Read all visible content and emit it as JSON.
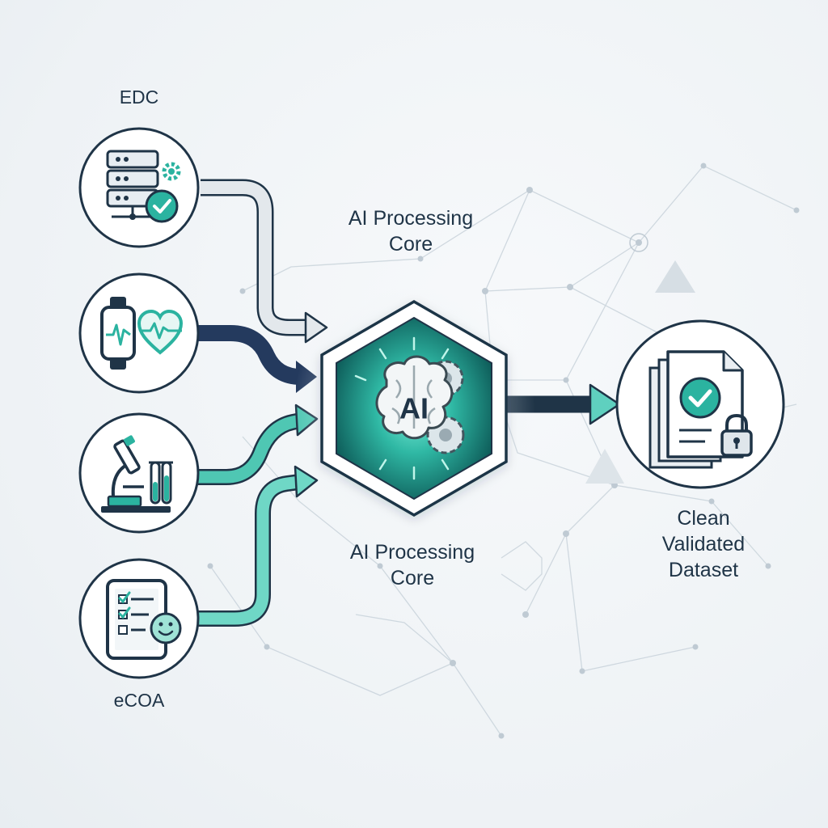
{
  "sources": [
    {
      "id": "edc",
      "label": "EDC",
      "icon": "database-server-icon"
    },
    {
      "id": "wearable",
      "icon": "smartwatch-heart-icon"
    },
    {
      "id": "lab",
      "icon": "microscope-test-tubes-icon"
    },
    {
      "id": "ecoa",
      "label": "eCOA",
      "icon": "tablet-checklist-icon"
    }
  ],
  "core": {
    "badge": "AI",
    "label_top": [
      "AI Processing",
      "Core"
    ],
    "label_bottom": [
      "AI Processing",
      "Core"
    ],
    "icon": "brain-gears-icon"
  },
  "output": {
    "label": [
      "Clean",
      "Validated",
      "Dataset"
    ],
    "icon": "validated-documents-lock-icon"
  },
  "colors": {
    "teal": "#2bb3a0",
    "teal_light": "#5fd0bf",
    "navy": "#243a5e",
    "gray_flow": "#dfe5ea",
    "stroke": "#1f3447"
  }
}
